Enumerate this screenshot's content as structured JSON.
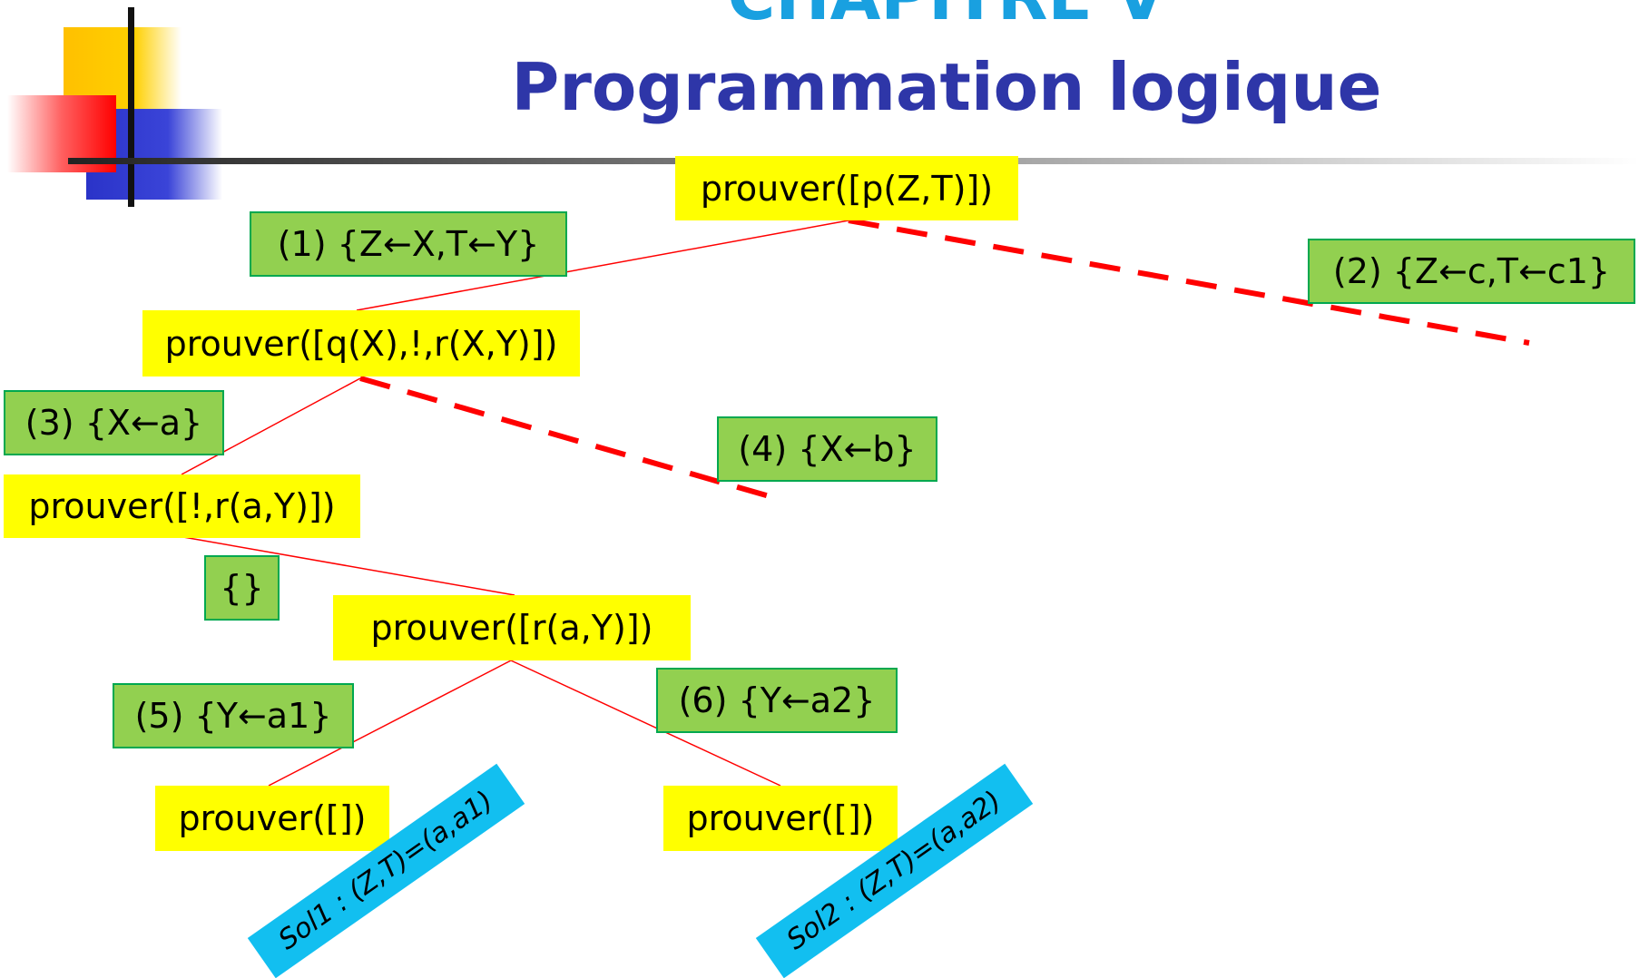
{
  "title": {
    "line1": "CHAPITRE V",
    "line2": "Programmation logique"
  },
  "tree": {
    "nodes": {
      "root": "prouver([p(Z,T)])",
      "n_q": "prouver([q(X),!,r(X,Y)])",
      "n_cut": "prouver([!,r(a,Y)])",
      "n_r": "prouver([r(a,Y)])",
      "leaf_left": "prouver([])",
      "leaf_right": "prouver([])"
    },
    "substitutions": {
      "s1": "(1) {Z←X,T←Y}",
      "s2": "(2) {Z←c,T←c1}",
      "s3": "(3) {X←a}",
      "s4": "(4) {X←b}",
      "s_empty": "{}",
      "s5": "(5) {Y←a1}",
      "s6": "(6) {Y←a2}"
    },
    "solutions": {
      "sol1": "Sol1 : (Z,T)=(a,a1)",
      "sol2": "Sol2 : (Z,T)=(a,a2)"
    }
  },
  "colors": {
    "title_line1": "#19a0e0",
    "title_line2": "#2e36a8",
    "goal_node": "#ffff00",
    "substitution": "#92d050",
    "substitution_border": "#00a84f",
    "solution": "#12bff0",
    "edge": "#ff0000"
  }
}
